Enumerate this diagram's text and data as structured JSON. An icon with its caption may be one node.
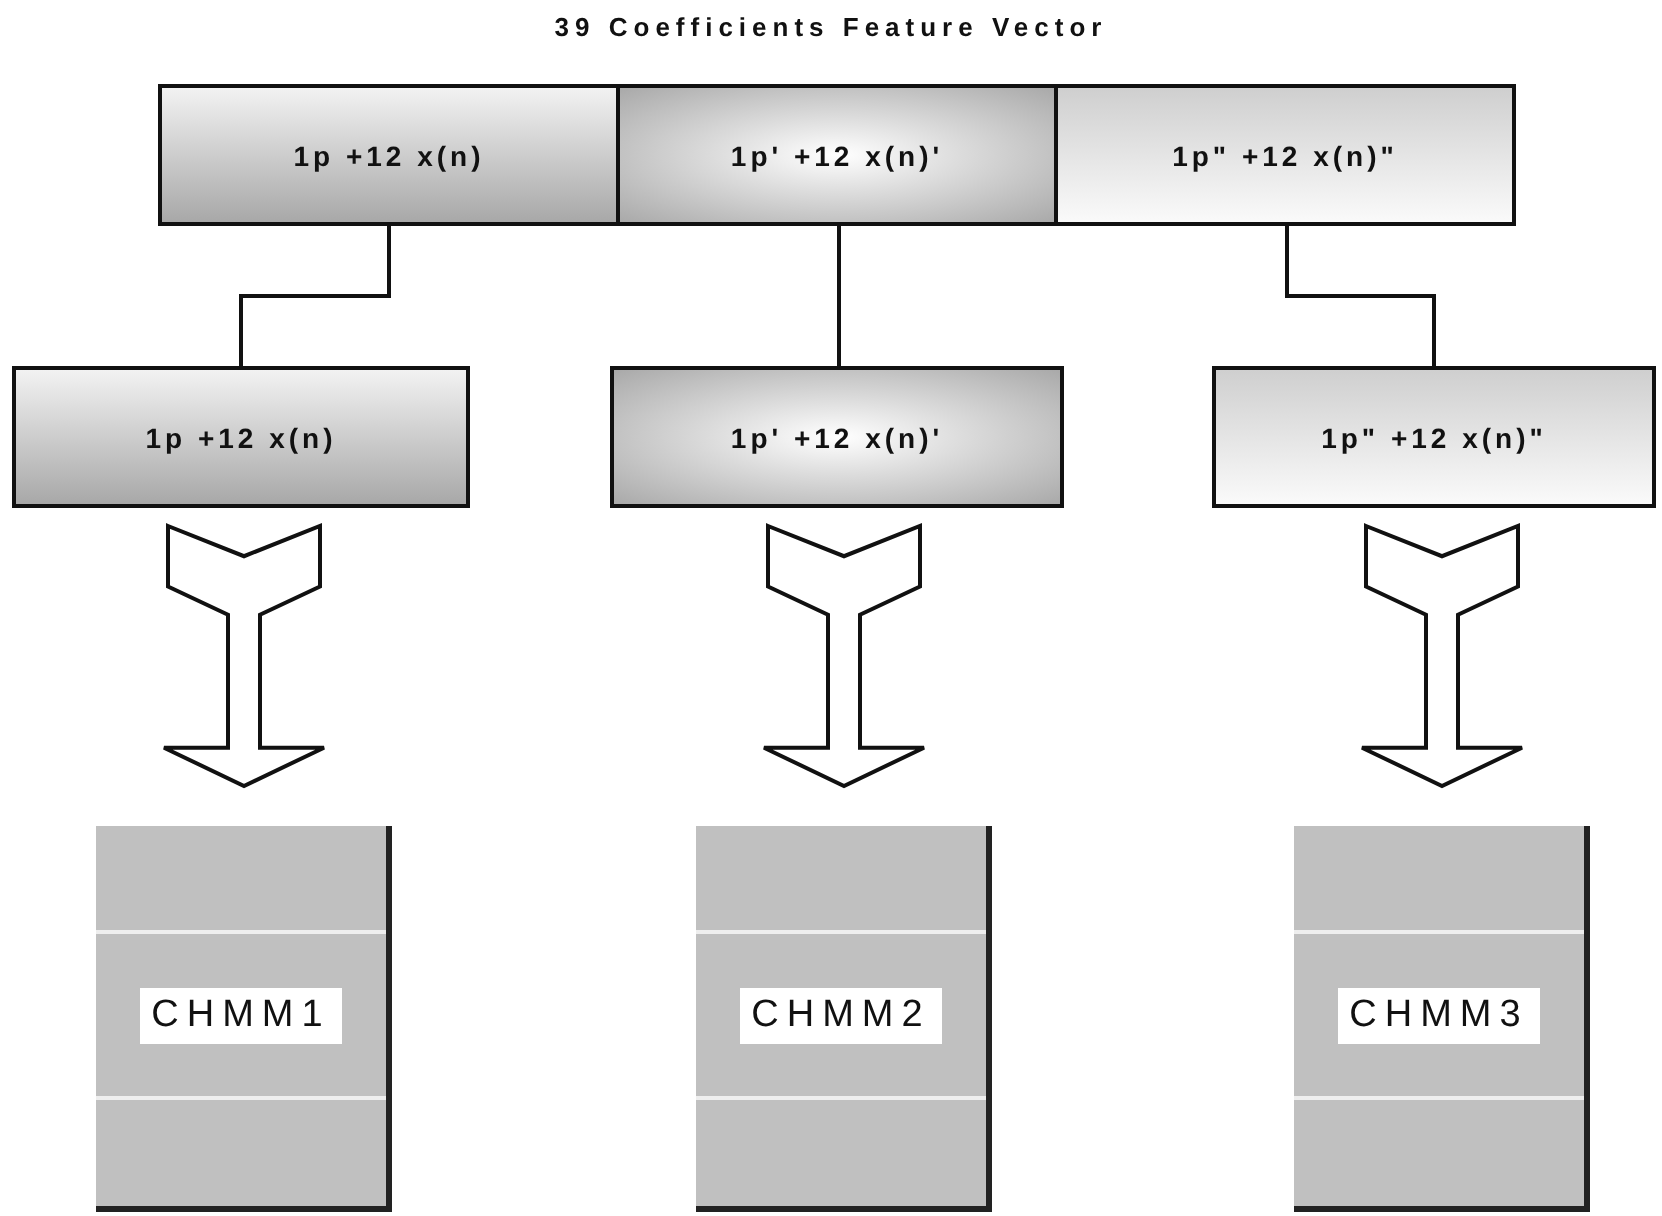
{
  "diagram": {
    "title": "39 Coefficients Feature Vector",
    "nodes": [
      {
        "text": [
          "1p +12 x(n)"
        ]
      },
      {
        "text": [
          "1p' +12 x(n)'"
        ]
      },
      {
        "text": [
          "1p\" +12 x(n)\""
        ]
      },
      {
        "text": [
          "1p +12 x(n)"
        ]
      },
      {
        "text": [
          "1p' +12 x(n)'"
        ]
      },
      {
        "text": [
          "1p\" +12 x(n)\""
        ]
      },
      {
        "text": [
          "CHMM1"
        ]
      },
      {
        "text": [
          "CHMM2"
        ]
      },
      {
        "text": [
          "CHMM3"
        ]
      }
    ],
    "edges": [
      {
        "from": 0,
        "to": 3,
        "arrow": "none"
      },
      {
        "from": 1,
        "to": 4,
        "arrow": "none"
      },
      {
        "from": 2,
        "to": 5,
        "arrow": "none"
      },
      {
        "from": 3,
        "to": 6,
        "arrow": "to"
      },
      {
        "from": 4,
        "to": 7,
        "arrow": "to"
      },
      {
        "from": 5,
        "to": 8,
        "arrow": "to"
      }
    ]
  }
}
